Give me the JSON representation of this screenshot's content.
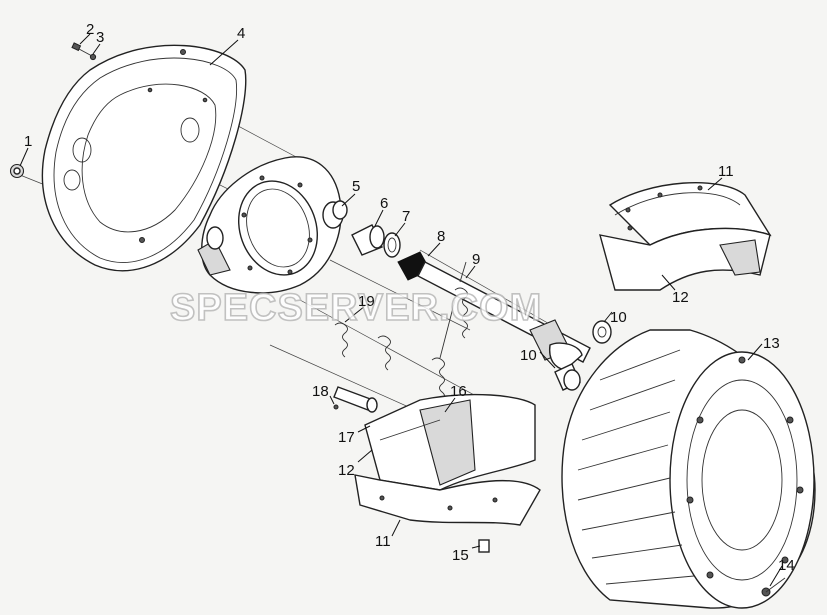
{
  "watermark": "SPECSERVER.COM",
  "callouts": [
    {
      "id": "c1",
      "label": "1"
    },
    {
      "id": "c2",
      "label": "2"
    },
    {
      "id": "c3",
      "label": "3"
    },
    {
      "id": "c4",
      "label": "4"
    },
    {
      "id": "c5",
      "label": "5"
    },
    {
      "id": "c6",
      "label": "6"
    },
    {
      "id": "c7",
      "label": "7"
    },
    {
      "id": "c8",
      "label": "8"
    },
    {
      "id": "c9",
      "label": "9"
    },
    {
      "id": "c10a",
      "label": "10"
    },
    {
      "id": "c10b",
      "label": "10"
    },
    {
      "id": "c11a",
      "label": "11"
    },
    {
      "id": "c11b",
      "label": "11"
    },
    {
      "id": "c12a",
      "label": "12"
    },
    {
      "id": "c12b",
      "label": "12"
    },
    {
      "id": "c13",
      "label": "13"
    },
    {
      "id": "c14",
      "label": "14"
    },
    {
      "id": "c15",
      "label": "15"
    },
    {
      "id": "c16",
      "label": "16"
    },
    {
      "id": "c17",
      "label": "17"
    },
    {
      "id": "c18",
      "label": "18"
    },
    {
      "id": "c19",
      "label": "19"
    }
  ]
}
